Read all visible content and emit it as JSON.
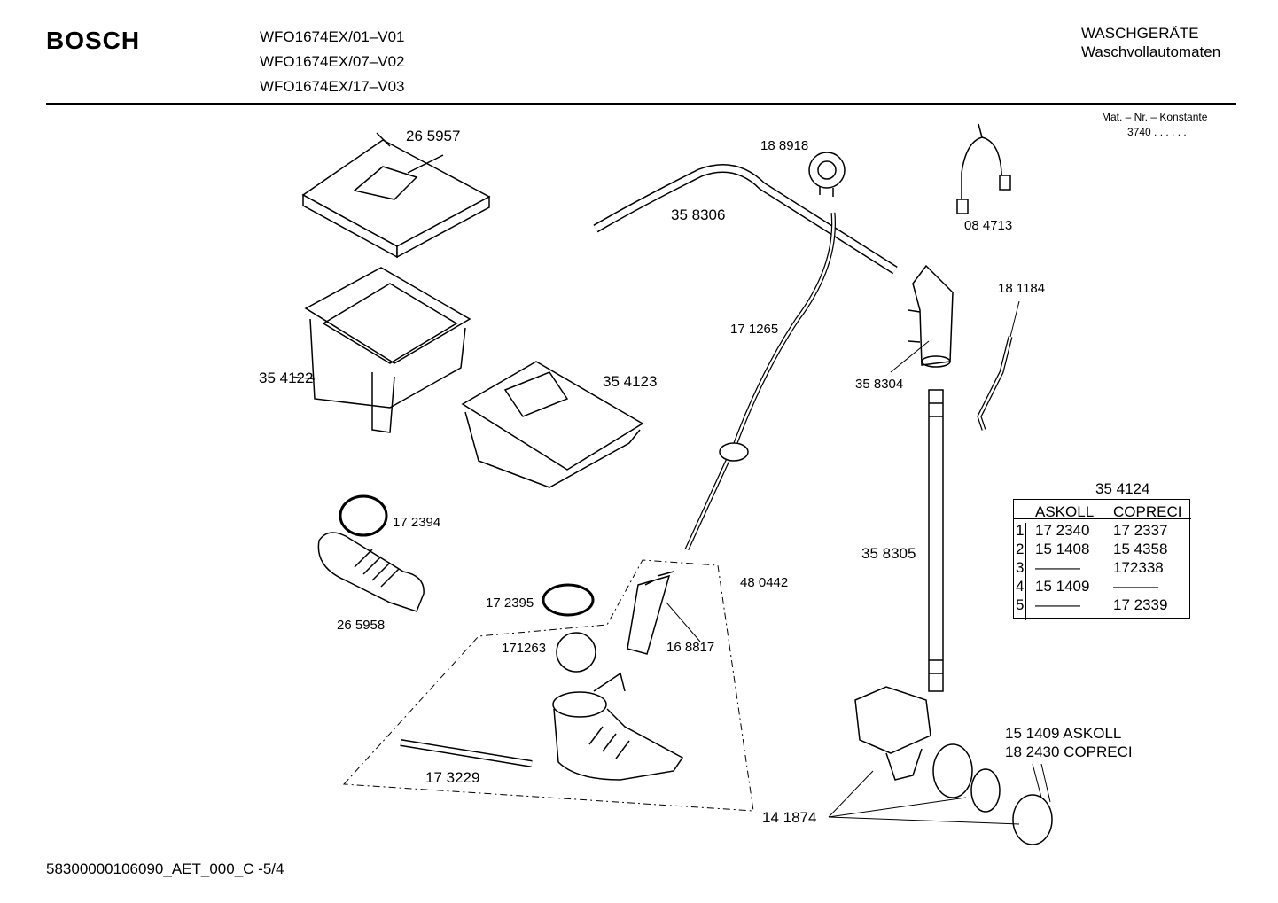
{
  "header": {
    "brand": "BOSCH",
    "models": [
      "WFO1674EX/01–V01",
      "WFO1674EX/07–V02",
      "WFO1674EX/17–V03"
    ],
    "category_line1": "WASCHGERÄTE",
    "category_line2": "Waschvollautomaten",
    "mat_label": "Mat. – Nr. – Konstante",
    "mat_value": "3740  .  .  .  .  .  ."
  },
  "parts": {
    "p265957": "26 5957",
    "p188918": "18 8918",
    "p358306": "35 8306",
    "p084713": "08 4713",
    "p181184": "18 1184",
    "p354122": "35 4122",
    "p354123": "35 4123",
    "p171265": "17 1265",
    "p358304": "35 8304",
    "p172394": "17 2394",
    "p265958": "26 5958",
    "p172395": "17 2395",
    "p480442": "48 0442",
    "p358305": "35 8305",
    "p171263": "171263",
    "p168817": "16 8817",
    "p173229": "17 3229",
    "p141874": "14 1874",
    "p151409_askoll": "15 1409  ASKOLL",
    "p182430_copreci": "18 2430  COPRECI"
  },
  "table": {
    "title": "35 4124",
    "col1": "ASKOLL",
    "col2": "COPRECI",
    "rows": [
      {
        "n": "1",
        "a": "17 2340",
        "c": "17 2337"
      },
      {
        "n": "2",
        "a": "15 1408",
        "c": "15 4358"
      },
      {
        "n": "3",
        "a": "———",
        "c": "172338"
      },
      {
        "n": "4",
        "a": "15 1409",
        "c": "———"
      },
      {
        "n": "5",
        "a": "———",
        "c": "17 2339"
      }
    ]
  },
  "footer": {
    "code": "58300000106090_AET_000_C   -5/4"
  }
}
